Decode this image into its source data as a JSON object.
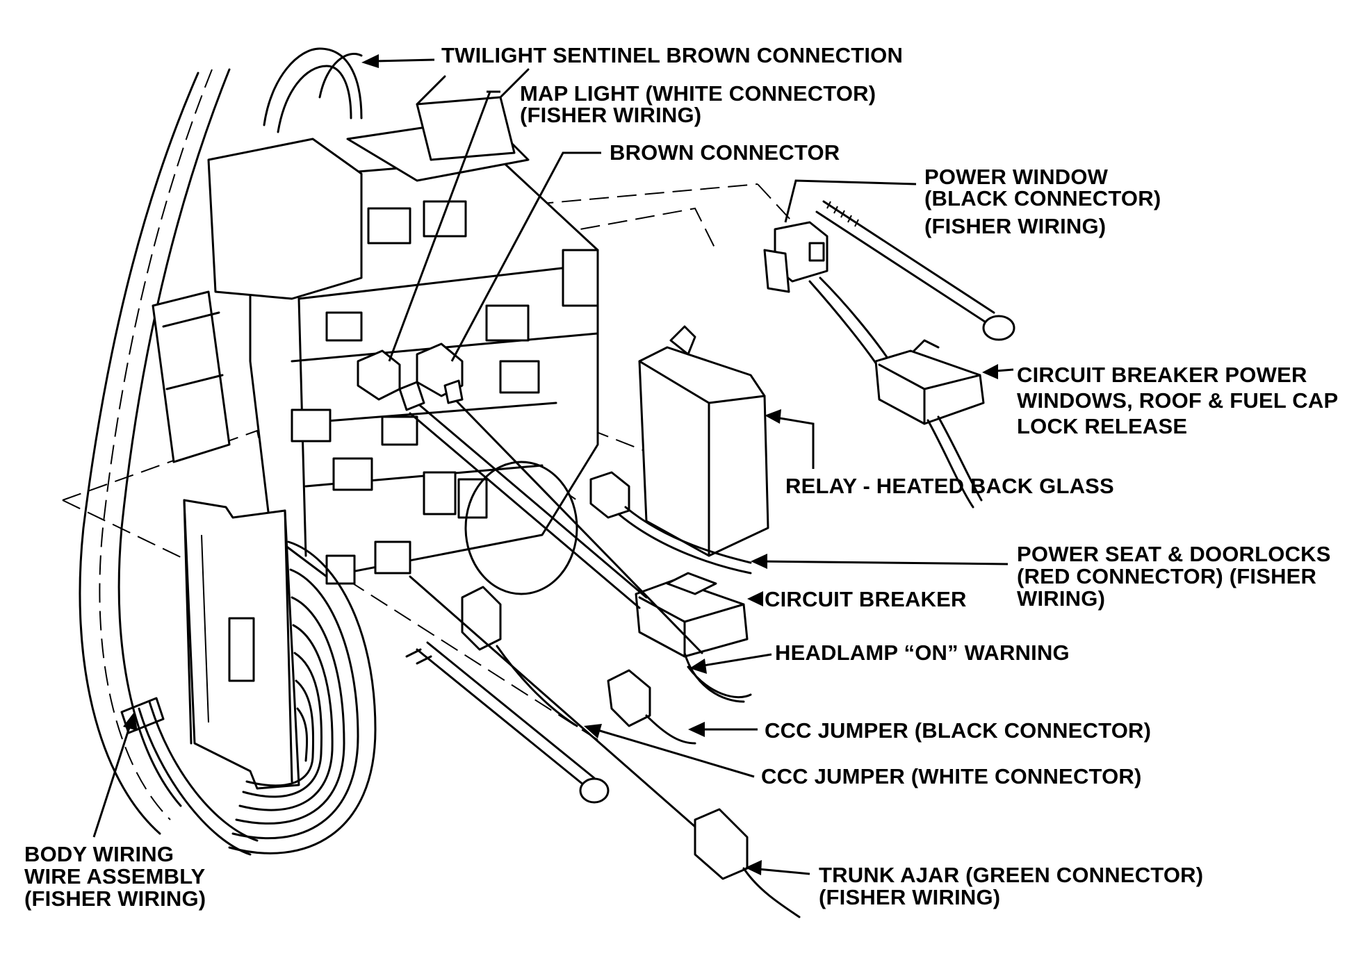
{
  "callouts": {
    "twilight_sentinel": "TWILIGHT SENTINEL  BROWN CONNECTION",
    "map_light_1": "MAP LIGHT (WHITE CONNECTOR)",
    "map_light_2": "(FISHER WIRING)",
    "brown_connector": "BROWN CONNECTOR",
    "power_window_1": "POWER WINDOW",
    "power_window_2": "(BLACK CONNECTOR)",
    "power_window_3": "(FISHER WIRING)",
    "circuit_breaker_pw_1": "CIRCUIT BREAKER POWER",
    "circuit_breaker_pw_2": "WINDOWS, ROOF & FUEL CAP",
    "circuit_breaker_pw_3": "LOCK RELEASE",
    "relay_heated": "RELAY - HEATED BACK GLASS",
    "power_seat_1": "POWER SEAT & DOORLOCKS",
    "power_seat_2": "(RED CONNECTOR) (FISHER",
    "power_seat_3": "WIRING)",
    "circuit_breaker": "CIRCUIT BREAKER",
    "headlamp_warning": "HEADLAMP “ON” WARNING",
    "ccc_black": "CCC JUMPER (BLACK CONNECTOR)",
    "ccc_white": "CCC JUMPER (WHITE CONNECTOR)",
    "trunk_ajar_1": "TRUNK AJAR (GREEN CONNECTOR)",
    "trunk_ajar_2": "(FISHER WIRING)",
    "body_wiring_1": "BODY WIRING",
    "body_wiring_2": "WIRE ASSEMBLY",
    "body_wiring_3": "(FISHER WIRING)"
  }
}
